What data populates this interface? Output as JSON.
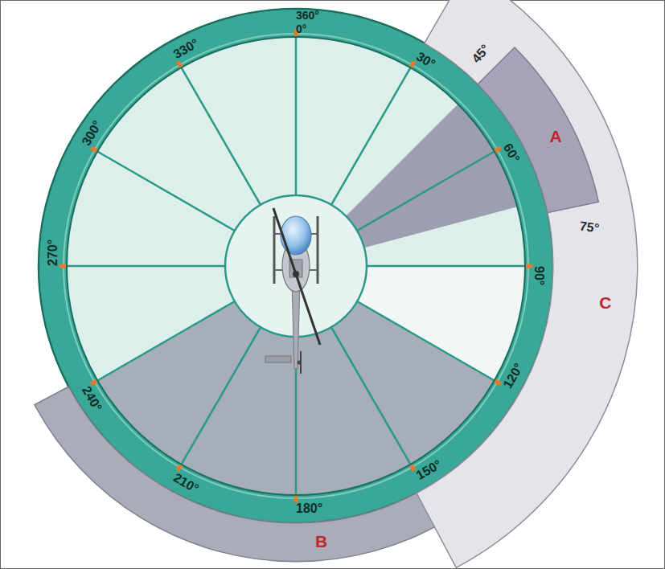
{
  "diagram": {
    "nodes": [
      {
        "text": [
          "A"
        ]
      },
      {
        "text": [
          "C"
        ]
      },
      {
        "text": [
          "B"
        ]
      }
    ],
    "labels": [
      "360°",
      "0°",
      "30°",
      "45°",
      "60°",
      "75°",
      "90°",
      "120°",
      "150°",
      "180°",
      "210°",
      "240°",
      "270°",
      "300°",
      "330°"
    ]
  }
}
